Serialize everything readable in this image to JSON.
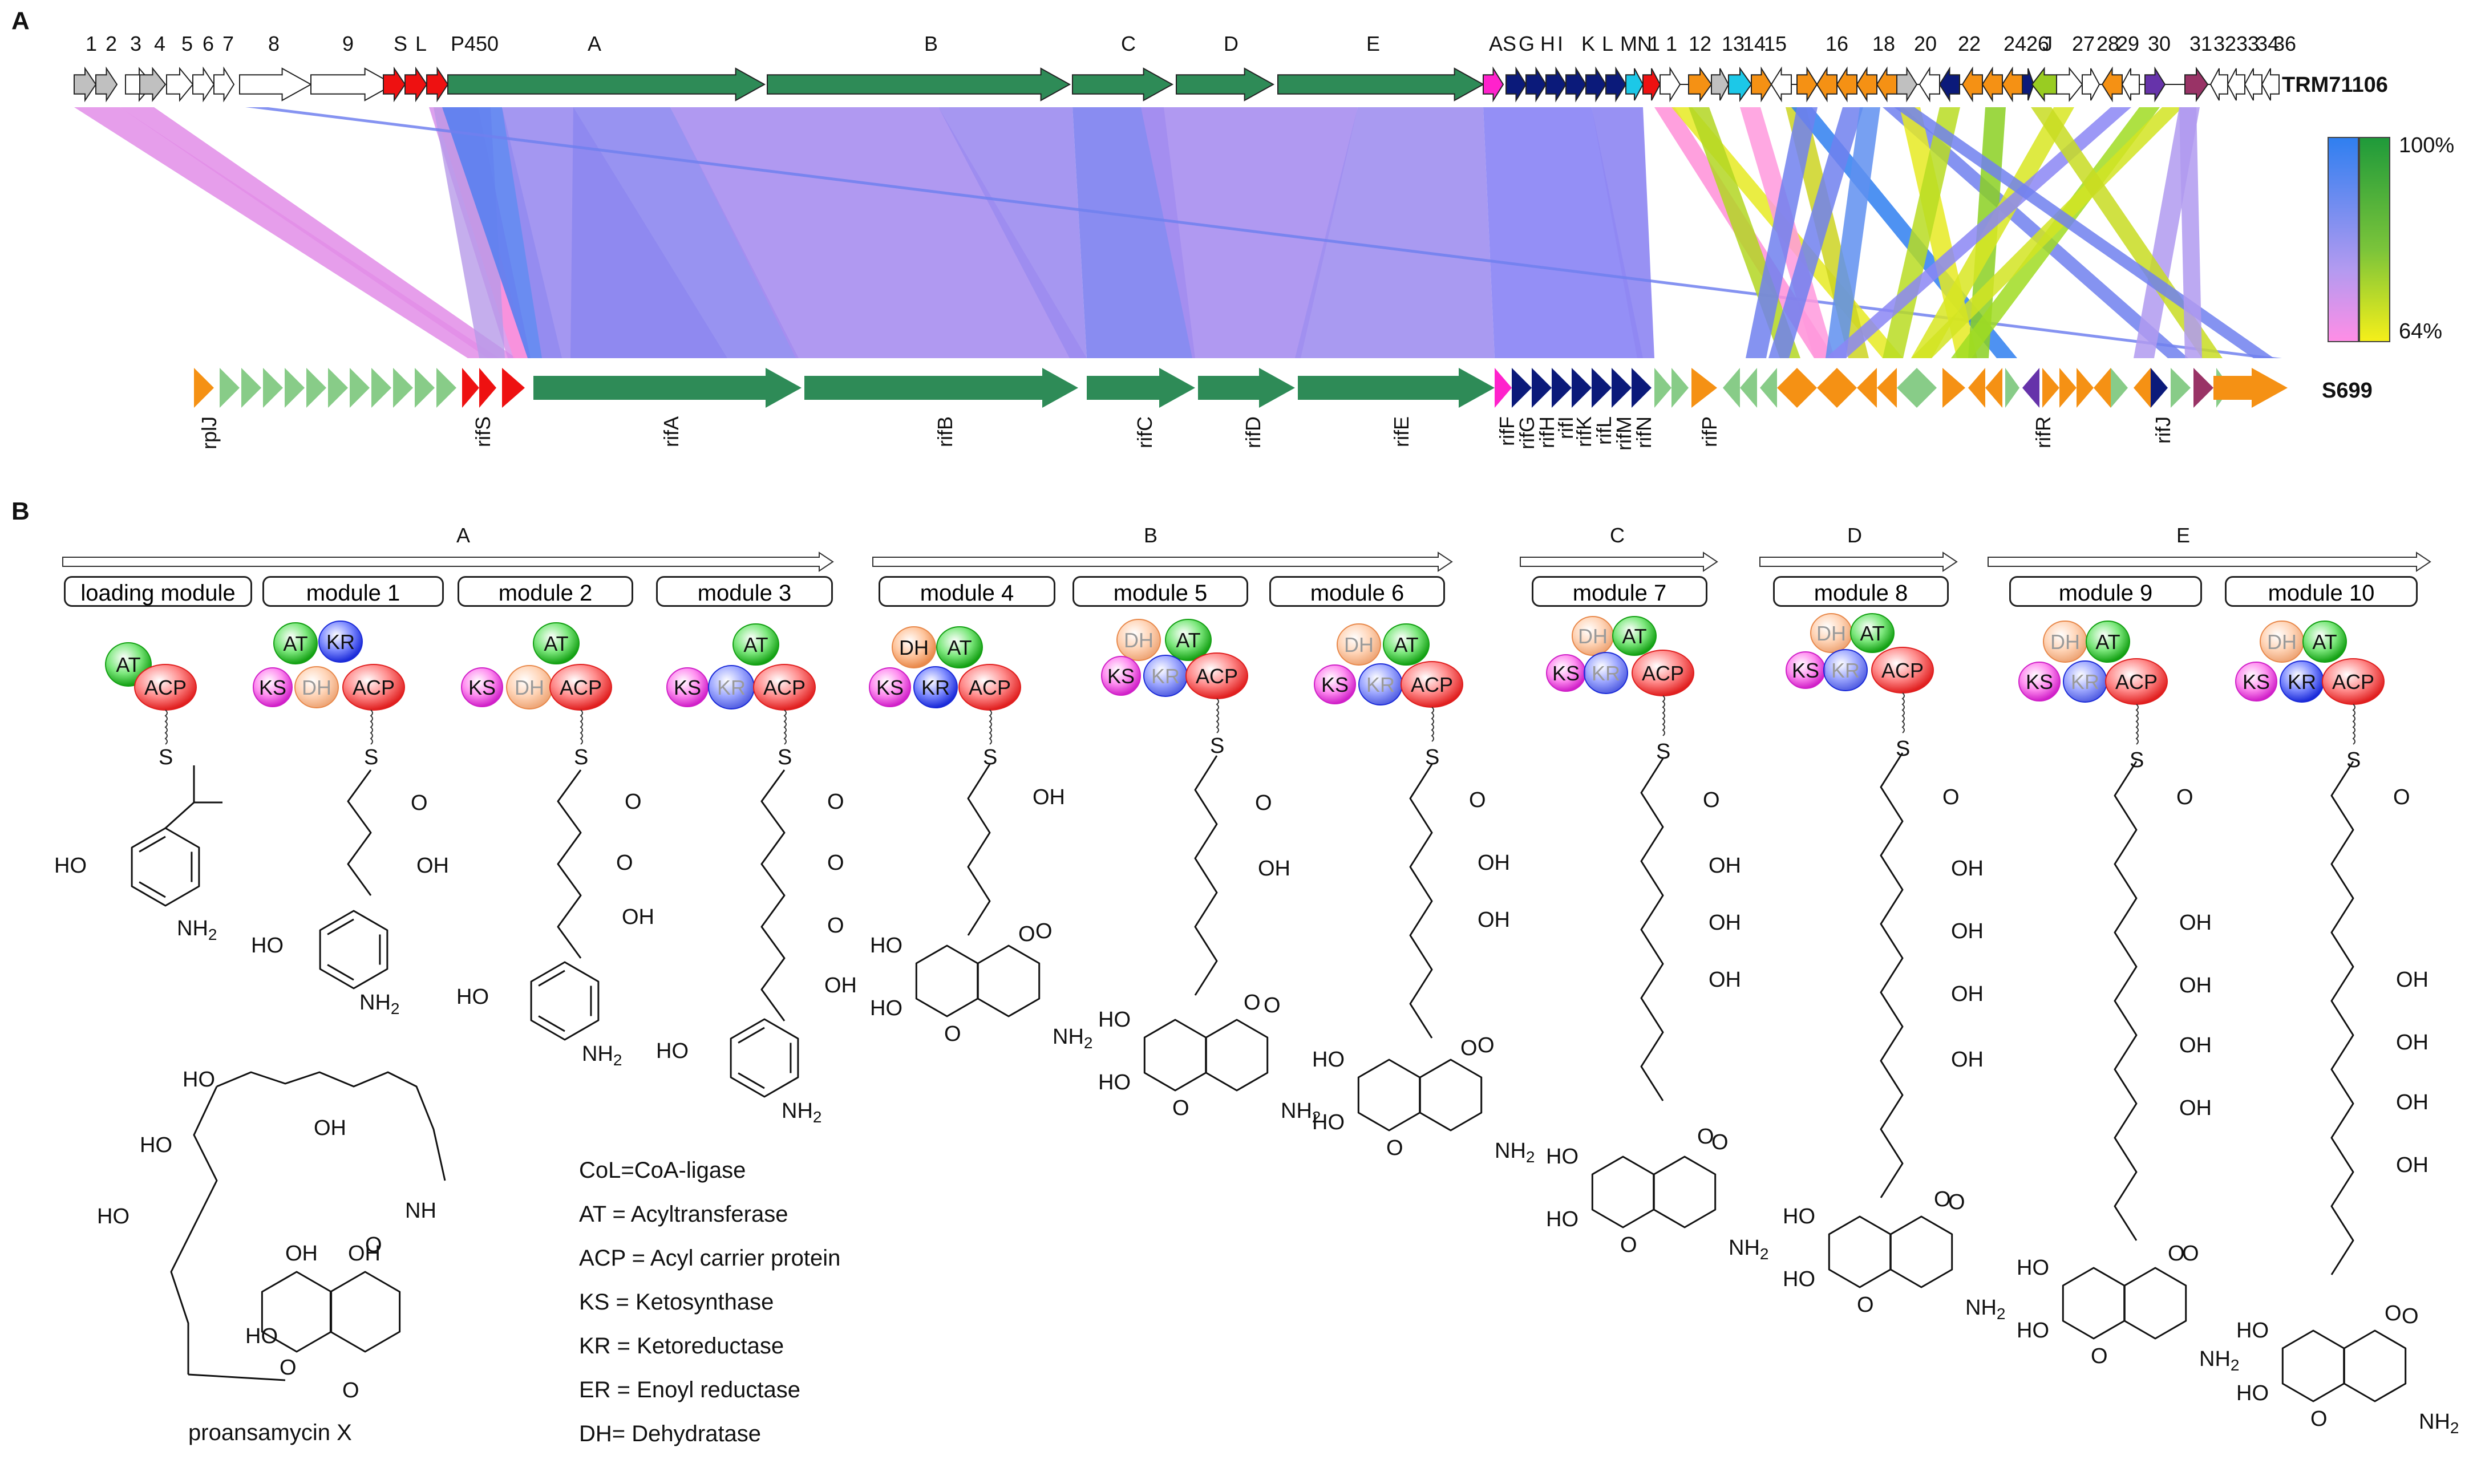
{
  "panel_a": {
    "label": "A",
    "top_strain": "TRM71106",
    "bottom_strain": "S699",
    "legend": {
      "high": "100%",
      "low": "64%"
    },
    "top_labels": [
      "1",
      "2",
      "3",
      "4",
      "5",
      "6",
      "7",
      "8",
      "9",
      "S",
      "L",
      "P450",
      "A",
      "B",
      "C",
      "D",
      "E",
      "AS",
      "G",
      "H",
      "I",
      "K",
      "L",
      "M",
      "N",
      "1",
      "1",
      "12",
      "13",
      "14",
      "15",
      "16",
      "18",
      "20",
      "22",
      "24",
      "26",
      "J",
      "27",
      "28",
      "29",
      "30",
      "31",
      "32",
      "33",
      "34",
      "36"
    ],
    "bottom_labels": [
      "rplJ",
      "rifS",
      "rifA",
      "rifB",
      "rifC",
      "rifD",
      "rifE",
      "rifF",
      "rifG",
      "rifH",
      "rifI",
      "rifK",
      "rifL",
      "rifM",
      "rifN",
      "rifP",
      "rifR",
      "rifJ"
    ],
    "colors": {
      "pks": "#2e8b57",
      "red": "#ee1111",
      "gray": "#c0c0c0",
      "navy": "#0b1a7a",
      "orange": "#f59114",
      "magenta": "#ff22cc",
      "cyan": "#1cc8e8",
      "lightgreen": "#88cc88",
      "lime": "#99cc22",
      "purple": "#6633aa",
      "maroon": "#993366",
      "link_blue": "#7080ee",
      "link_purple": "#a78ef0"
    }
  },
  "panel_b": {
    "label": "B",
    "segments": [
      "A",
      "B",
      "C",
      "D",
      "E"
    ],
    "modules": [
      "loading module",
      "module 1",
      "module 2",
      "module 3",
      "module 4",
      "module 5",
      "module 6",
      "module 7",
      "module 8",
      "module 9",
      "module 10"
    ],
    "domains": {
      "AT": "AT",
      "ACP": "ACP",
      "KS": "KS",
      "KR": "KR",
      "DH": "DH"
    },
    "chem": {
      "s": "S",
      "o": "O",
      "ho": "HO",
      "oh": "OH",
      "nh": "NH",
      "nh2": "NH",
      "sub2": "2"
    },
    "abbreviations": [
      "CoL=CoA-ligase",
      "AT = Acyltransferase",
      "ACP = Acyl carrier protein",
      "KS = Ketosynthase",
      "KR = Ketoreductase",
      "ER = Enoyl reductase",
      "DH= Dehydratase"
    ],
    "product_name": "proansamycin X"
  }
}
